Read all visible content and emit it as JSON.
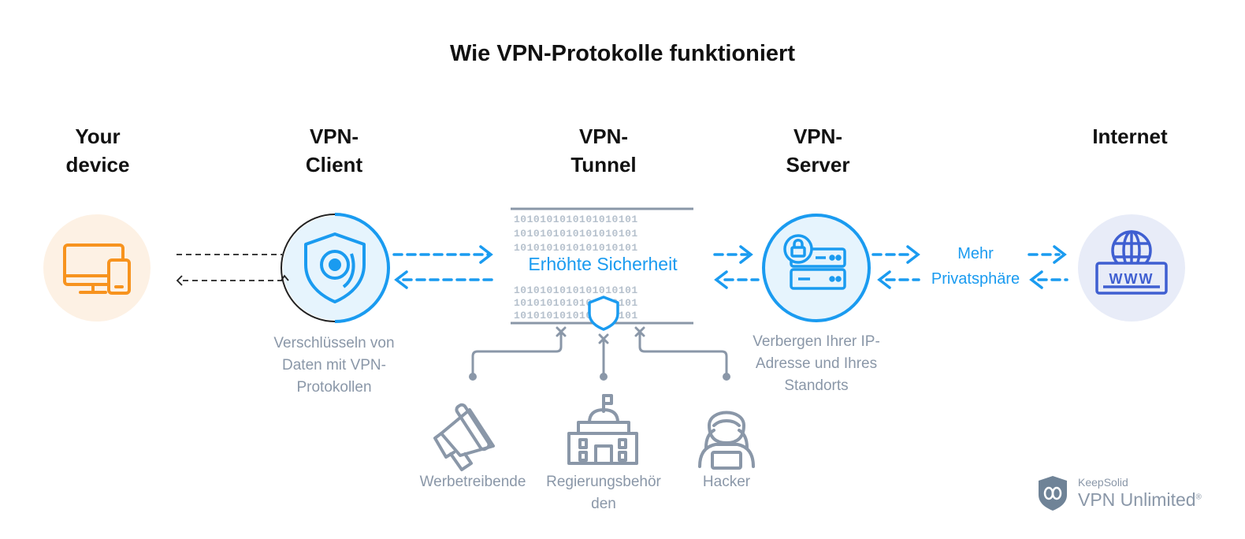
{
  "title": "Wie VPN-Protokolle funktioniert",
  "columns": {
    "device": {
      "line1": "Your",
      "line2": "device"
    },
    "client": {
      "line1": "VPN-",
      "line2": "Client"
    },
    "tunnel": {
      "line1": "VPN-",
      "line2": "Tunnel"
    },
    "server": {
      "line1": "VPN-",
      "line2": "Server"
    },
    "internet": {
      "line1": "Internet"
    }
  },
  "client_desc": {
    "line1": "Verschlüsseln von",
    "line2": "Daten mit VPN-",
    "line3": "Protokollen"
  },
  "server_desc": {
    "line1": "Verbergen Ihrer IP-",
    "line2": "Adresse und Ihres",
    "line3": "Standorts"
  },
  "tunnel_label": "Erhöhte Sicherheit",
  "binary_row": "1010101010101010101",
  "privacy": {
    "line1": "Mehr",
    "line2": "Privatsphäre"
  },
  "actors": {
    "advertisers": "Werbetreibende",
    "government": {
      "line1": "Regierungsbehör",
      "line2": "den"
    },
    "hacker": "Hacker"
  },
  "www_text": "WWW",
  "brand": {
    "company": "KeepSolid",
    "product": "VPN Unlimited",
    "mark": "®"
  },
  "colors": {
    "blue": "#1a9bf0",
    "orange": "#f7931e",
    "device_bg": "#fdf1e4",
    "client_bg": "#e6f4fd",
    "internet_bg": "#e8ecf8",
    "internet_icon": "#3f5fd1",
    "gray": "#8a97a8"
  }
}
